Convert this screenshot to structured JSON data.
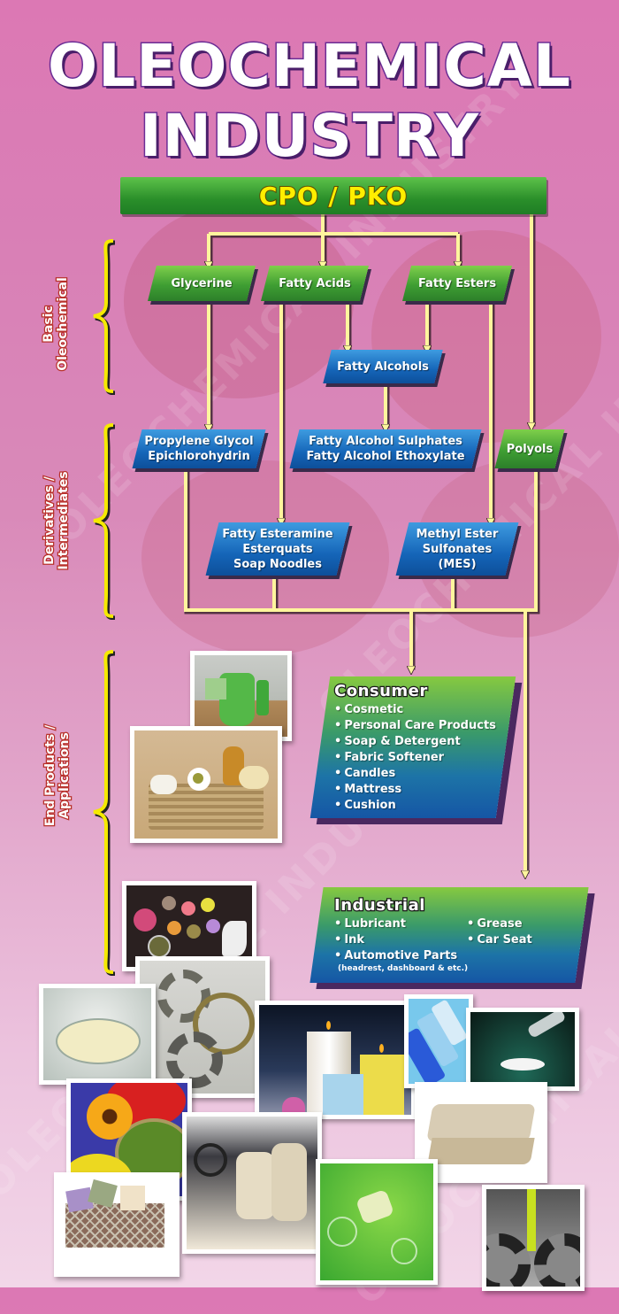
{
  "title": {
    "line1": "OLEOCHEMICAL",
    "line2": "INDUSTRY"
  },
  "watermark_text": "OLEOCHEMICAL INDUSTRY",
  "source": {
    "label": "CPO / PKO"
  },
  "stages": [
    {
      "label_line1": "Basic",
      "label_line2": "Oleochemical"
    },
    {
      "label_line1": "Derivatives /",
      "label_line2": "Intermediates"
    },
    {
      "label_line1": "End Products /",
      "label_line2": "Applications"
    }
  ],
  "basic": {
    "glycerine": "Glycerine",
    "fatty_acids": "Fatty Acids",
    "fatty_esters": "Fatty Esters",
    "fatty_alcohols": "Fatty Alcohols"
  },
  "derivatives": {
    "glycol": [
      "Propylene Glycol",
      "Epichlorohydrin"
    ],
    "alcohol_deriv": [
      "Fatty Alcohol Sulphates",
      "Fatty Alcohol Ethoxylate"
    ],
    "polyols": "Polyols",
    "esteramine": [
      "Fatty Esteramine",
      "Esterquats",
      "Soap Noodles"
    ],
    "mes": [
      "Methyl Ester",
      "Sulfonates",
      "(MES)"
    ]
  },
  "consumer": {
    "heading": "Consumer",
    "items": [
      "Cosmetic",
      "Personal Care Products",
      "Soap & Detergent",
      "Fabric Softener",
      "Candles",
      "Mattress",
      "Cushion"
    ]
  },
  "industrial": {
    "heading": "Industrial",
    "items": [
      "Lubricant",
      "Grease",
      "Ink",
      "Car Seat",
      "Automotive Parts"
    ],
    "note": "(headrest, dashboard & etc.)"
  },
  "photos": [
    "green-toiletries-photo",
    "spa-basket-photo",
    "makeup-palette-photo",
    "gears-oil-photo",
    "petri-dish-flakes-photo",
    "candles-photo",
    "blue-bottles-photo",
    "pellets-pouring-photo",
    "paint-cans-flower-photo",
    "mattress-photo",
    "car-seat-photo",
    "green-liquid-photo",
    "soap-basket-photo",
    "gears-lubricant-photo"
  ],
  "colors": {
    "arrow": "#fff59d",
    "brace": "#f5ea00",
    "node_green": "#3f9e33",
    "node_blue": "#1565b8",
    "title_outline": "#6a2c95",
    "source_text": "#ffee00"
  }
}
